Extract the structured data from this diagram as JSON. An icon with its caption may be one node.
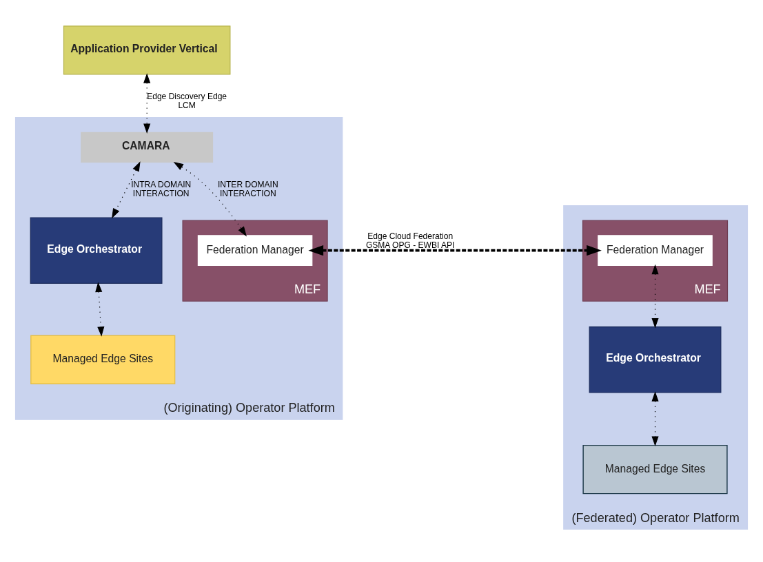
{
  "diagram": {
    "nodes": [
      {
        "text": [
          "Application Provider Vertical"
        ]
      },
      {
        "text": [
          "(Originating) Operator Platform"
        ]
      },
      {
        "text": [
          "CAMARA"
        ],
        "in": 1
      },
      {
        "text": [
          "MEF"
        ],
        "in": 1
      },
      {
        "text": [
          "Federation Manager"
        ],
        "in": 3
      },
      {
        "text": [
          "Edge Orchestrator"
        ],
        "in": 1
      },
      {
        "text": [
          "Managed Edge Sites"
        ],
        "in": 1
      },
      {
        "text": [
          "(Federated) Operator Platform"
        ]
      },
      {
        "text": [
          "MEF"
        ],
        "in": 7
      },
      {
        "text": [
          "Federation Manager"
        ],
        "in": 8
      },
      {
        "text": [
          "Edge Orchestrator"
        ],
        "in": 7
      },
      {
        "text": [
          "Managed Edge Sites"
        ],
        "in": 7
      }
    ],
    "edges": [
      {
        "from": 0,
        "to": 2,
        "arrow": "both",
        "label": "Edge Discovery Edge LCM"
      },
      {
        "from": 2,
        "to": 5,
        "arrow": "both",
        "label": "INTRA DOMAIN INTERACTION"
      },
      {
        "from": 2,
        "to": 4,
        "arrow": "both",
        "label": "INTER DOMAIN INTERACTION"
      },
      {
        "from": 5,
        "to": 6,
        "arrow": "both"
      },
      {
        "from": 4,
        "to": 9,
        "arrow": "both",
        "label": "Edge Cloud Federation GSMA OPG - EWBI API",
        "style": "dashed"
      },
      {
        "from": 9,
        "to": 10,
        "arrow": "both"
      },
      {
        "from": 10,
        "to": 11,
        "arrow": "both"
      }
    ]
  }
}
